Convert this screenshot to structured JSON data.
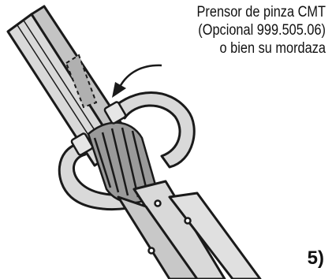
{
  "callout": {
    "lines": [
      "Prensor de pinza CMT",
      "(Opcional 999.505.06)",
      "o bien su mordaza"
    ]
  },
  "step_number": "5)",
  "colors": {
    "outline": "#1a1a1a",
    "tool_body": "#d9d9d9",
    "tool_shadow": "#b8b8b8",
    "wrap": "#9a9a9a",
    "background": "#ffffff"
  }
}
